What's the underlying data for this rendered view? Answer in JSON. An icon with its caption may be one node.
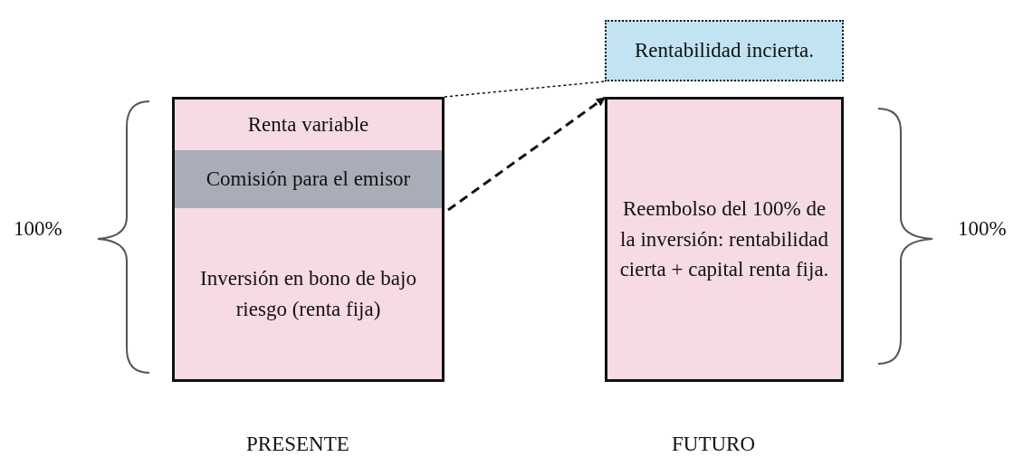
{
  "diagram": {
    "nodes": [
      {
        "text": [
          "Renta variable"
        ]
      },
      {
        "text": [
          "Comisión para el emisor"
        ]
      },
      {
        "text": [
          "Inversión en bono de bajo riesgo (renta fija)"
        ]
      },
      {
        "text": [
          "Rentabilidad incierta."
        ]
      },
      {
        "text": [
          "Reembolso del 100% de la inversión: rentabilidad cierta + capital renta fija."
        ]
      }
    ],
    "edges": [
      {
        "from": 0,
        "to": 3,
        "arrow": "none",
        "style": "dashed"
      },
      {
        "from": 2,
        "to": 4,
        "arrow": "to",
        "style": "dashed"
      }
    ],
    "labels": [
      "100%",
      "100%",
      "PRESENTE",
      "FUTURO"
    ]
  }
}
